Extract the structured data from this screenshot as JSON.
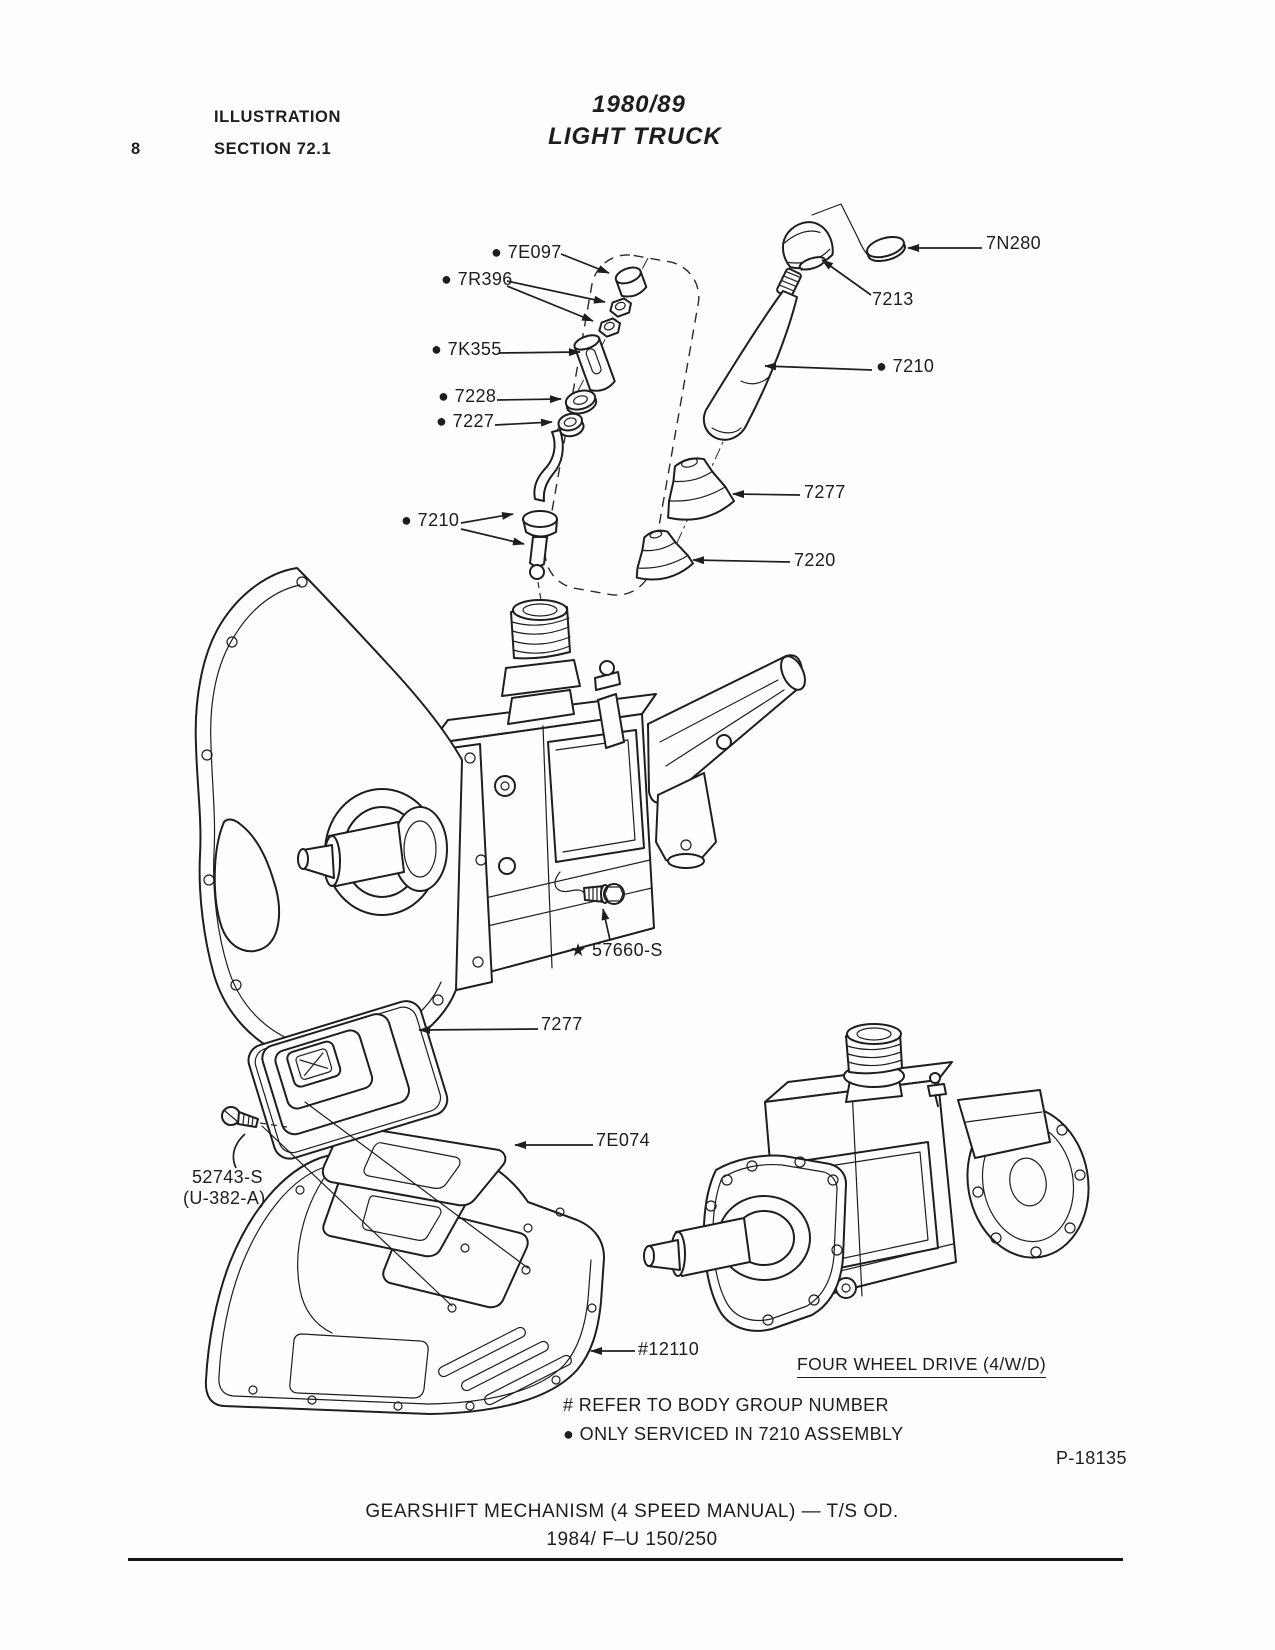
{
  "header": {
    "page_number": "8",
    "doc_label_line1": "ILLUSTRATION",
    "doc_label_line2": "SECTION 72.1",
    "edition_line1": "1980/89",
    "edition_line2": "LIGHT TRUCK"
  },
  "callouts": {
    "e097": "● 7E097",
    "r396": "● 7R396",
    "k355": "● 7K355",
    "n7228": "● 7228",
    "n7227": "● 7227",
    "n7210_left": "● 7210",
    "n280": "7N280",
    "n7213": "7213",
    "n7210_right": "● 7210",
    "n7277_upper": "7277",
    "n7220": "7220",
    "s57660": "★ 57660-S",
    "n7277_lower": "7277",
    "e074": "7E074",
    "s52743": "52743-S",
    "s52743_sub": "(U-382-A)",
    "n12110": "#12110"
  },
  "captions": {
    "four_wheel_drive": "FOUR WHEEL DRIVE (4/W/D)",
    "note_hash": "# REFER TO BODY GROUP NUMBER",
    "note_bullet": "● ONLY SERVICED IN 7210 ASSEMBLY",
    "plate_code": "P-18135"
  },
  "footer": {
    "title_line1": "GEARSHIFT MECHANISM (4 SPEED MANUAL) — T/S OD.",
    "title_line2": "1984/ F–U 150/250"
  }
}
